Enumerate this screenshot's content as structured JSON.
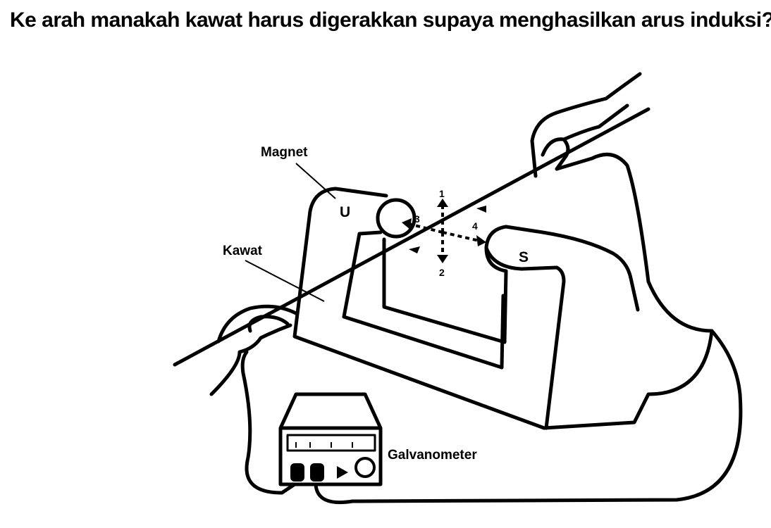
{
  "question": "Ke arah manakah kawat harus digerakkan supaya menghasilkan arus induksi?",
  "labels": {
    "magnet": "Magnet",
    "kawat": "Kawat",
    "north_pole": "U",
    "south_pole": "S",
    "galvanometer": "Galvanometer"
  },
  "directions": [
    "1",
    "2",
    "3",
    "4"
  ],
  "colors": {
    "ink": "#000000",
    "background": "#ffffff"
  }
}
